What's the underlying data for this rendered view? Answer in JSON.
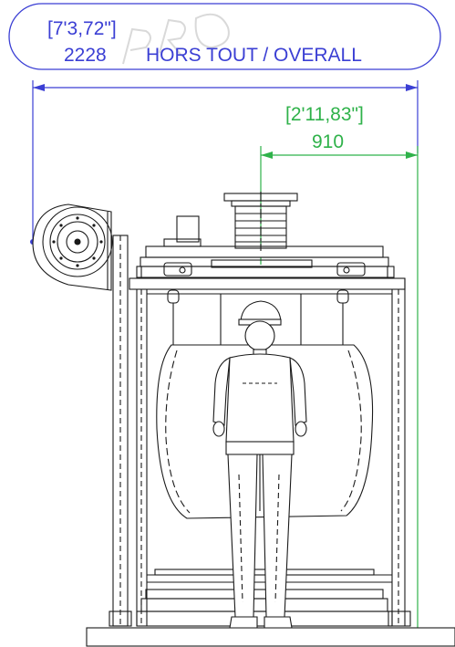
{
  "dimensions": {
    "overall": {
      "imperial": "[7'3,72\"]",
      "metric": "2228",
      "label": "HORS TOUT / OVERALL",
      "color": "#3b3fd4"
    },
    "center": {
      "imperial": "[2'11,83\"]",
      "metric": "910",
      "color": "#2fb24a"
    }
  },
  "colors": {
    "line": "#1a1a1a",
    "watermark": "#d9d9d9"
  }
}
